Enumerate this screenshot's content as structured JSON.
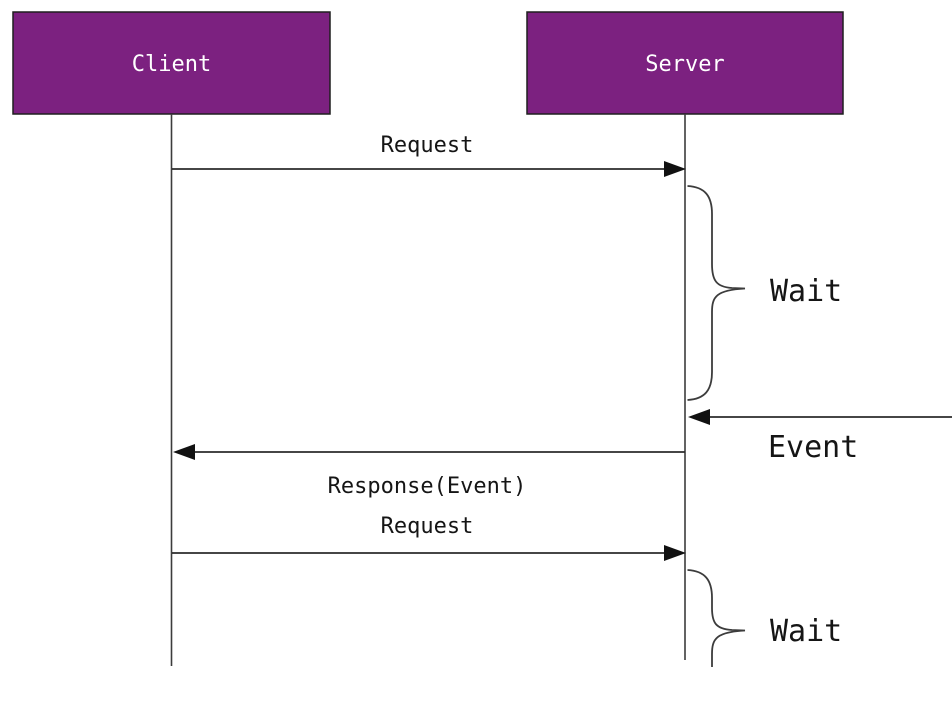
{
  "diagram": {
    "type": "sequence-diagram",
    "colors": {
      "actor_fill": "#7C2180",
      "actor_text": "#FFFFFF",
      "line": "#3C3C3C",
      "text": "#151515"
    },
    "actors": [
      {
        "label": "Client"
      },
      {
        "label": "Server"
      }
    ],
    "messages": [
      {
        "label": "Request",
        "from": "Client",
        "to": "Server"
      },
      {
        "label": "Event",
        "from": "external",
        "to": "Server"
      },
      {
        "label": "Response(Event)",
        "from": "Server",
        "to": "Client"
      },
      {
        "label": "Request",
        "from": "Client",
        "to": "Server"
      }
    ],
    "annotations": [
      {
        "label": "Wait",
        "at": "Server",
        "span": "after first Request"
      },
      {
        "label": "Wait",
        "at": "Server",
        "span": "after second Request"
      }
    ]
  }
}
